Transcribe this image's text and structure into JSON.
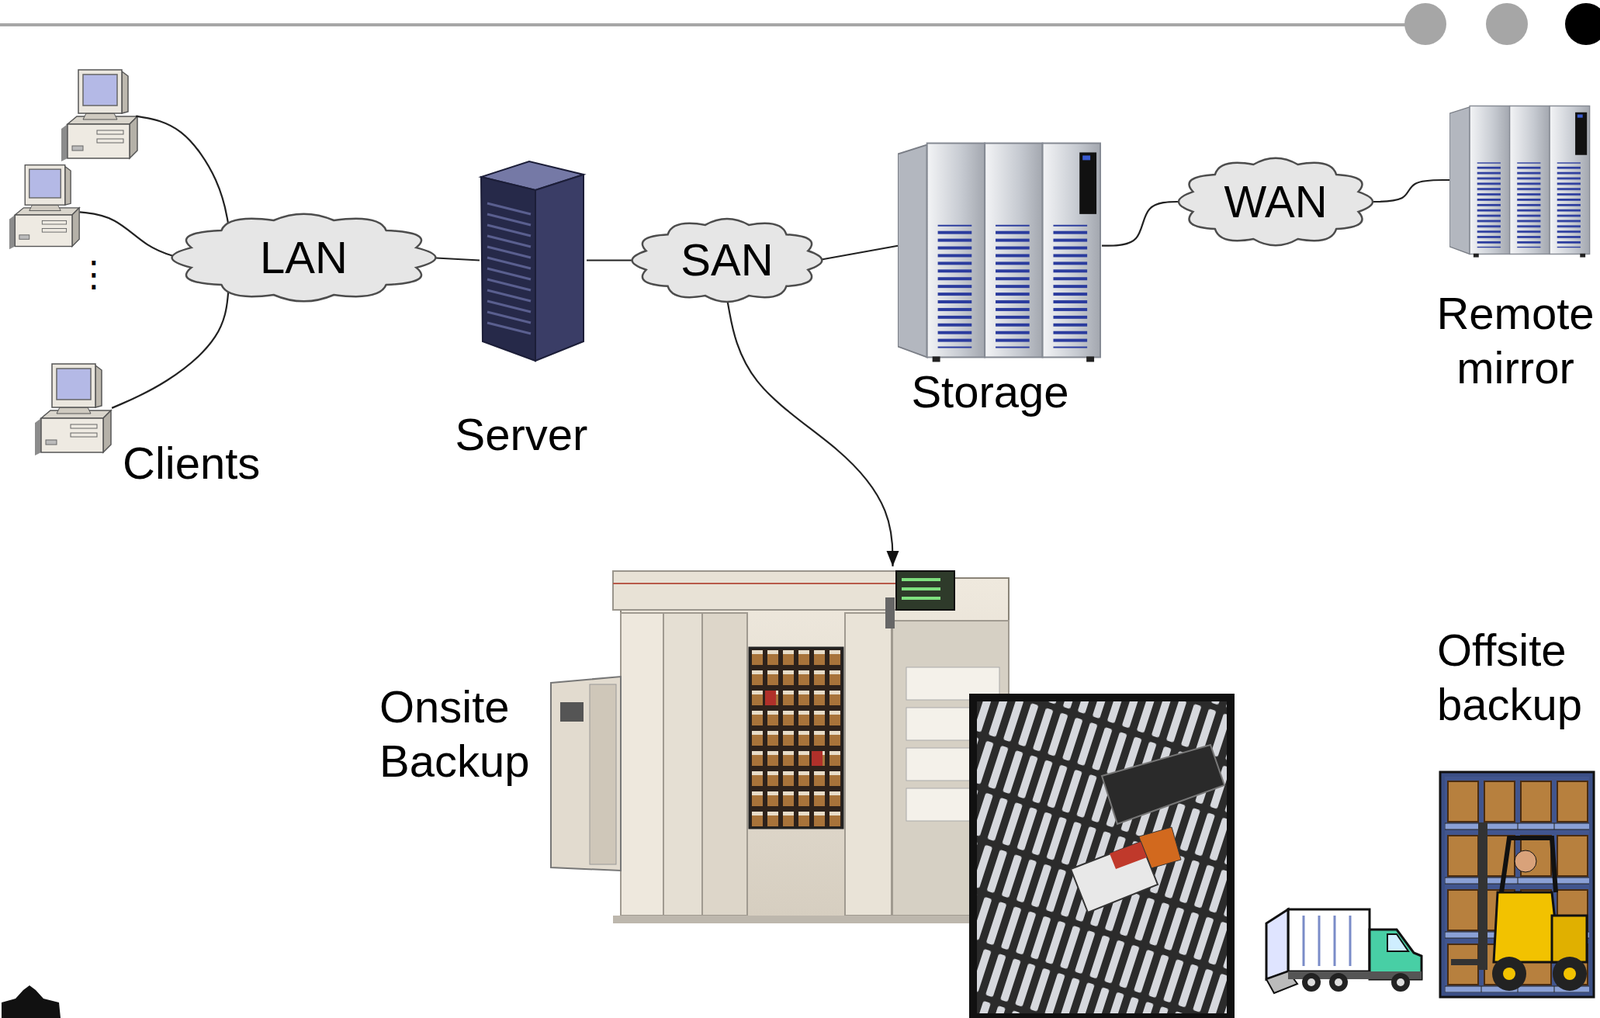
{
  "diagram": {
    "nodes": [
      {
        "text": [
          "Clients"
        ]
      },
      {
        "text": [
          "LAN"
        ]
      },
      {
        "text": [
          "Server"
        ]
      },
      {
        "text": [
          "SAN"
        ]
      },
      {
        "text": [
          "Storage"
        ]
      },
      {
        "text": [
          "WAN"
        ]
      },
      {
        "text": [
          "Remote mirror"
        ]
      },
      {
        "text": [
          "Onsite Backup"
        ]
      },
      {
        "text": [
          "Offsite backup"
        ]
      }
    ],
    "edges": [
      {
        "from": 0,
        "to": 1,
        "arrow": "none"
      },
      {
        "from": 1,
        "to": 2,
        "arrow": "none"
      },
      {
        "from": 2,
        "to": 3,
        "arrow": "none"
      },
      {
        "from": 3,
        "to": 4,
        "arrow": "none"
      },
      {
        "from": 4,
        "to": 5,
        "arrow": "none"
      },
      {
        "from": 5,
        "to": 6,
        "arrow": "none"
      },
      {
        "from": 3,
        "to": 7,
        "arrow": "to"
      }
    ],
    "labels": [
      "⋮"
    ]
  }
}
